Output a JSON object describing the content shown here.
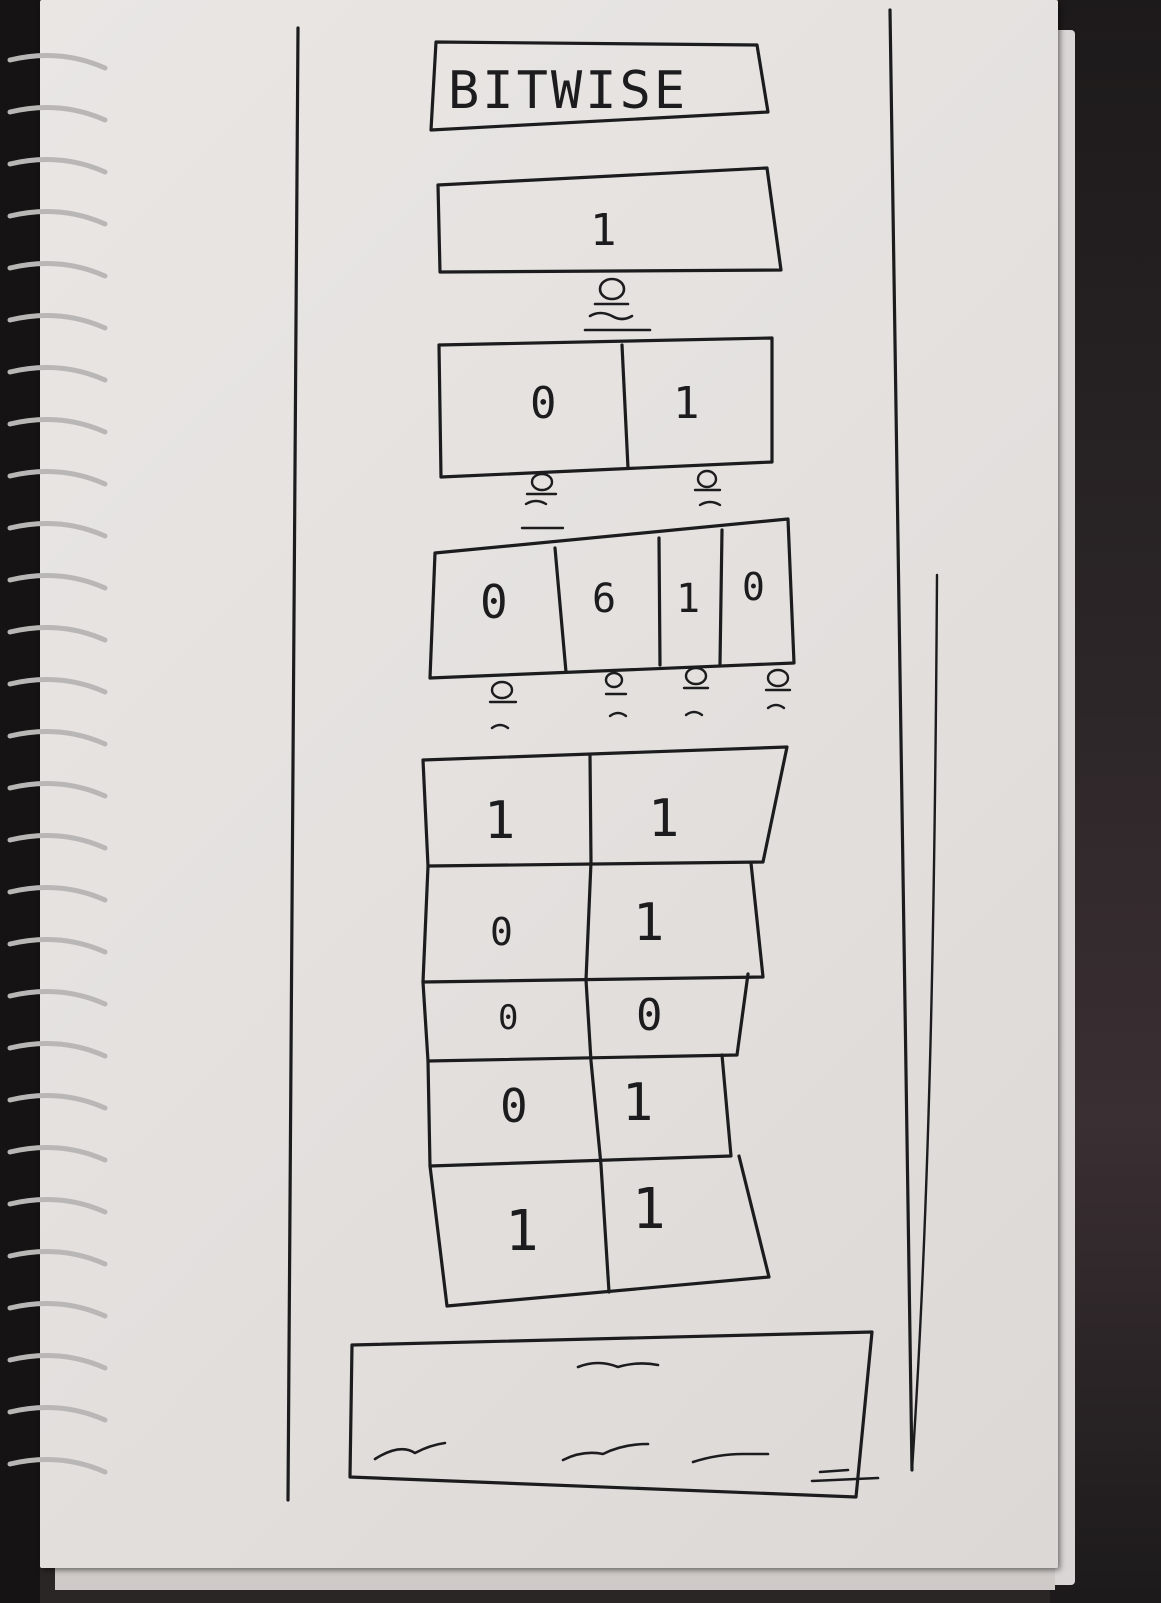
{
  "app": {
    "title": "BITWISE"
  },
  "level1": {
    "cells": [
      "1"
    ]
  },
  "level2": {
    "cells": [
      "0",
      "1"
    ]
  },
  "level3": {
    "cells": [
      "0",
      "6",
      "1",
      "0"
    ]
  },
  "grid": {
    "rows": [
      [
        "1",
        "1"
      ],
      [
        "0",
        "1"
      ],
      [
        "0",
        "0"
      ],
      [
        "0",
        "1"
      ],
      [
        "1",
        "1"
      ]
    ]
  },
  "colors": {
    "ink": "#1c1c1e",
    "paper": "#e6e3e1",
    "background": "#1e1b1c"
  }
}
